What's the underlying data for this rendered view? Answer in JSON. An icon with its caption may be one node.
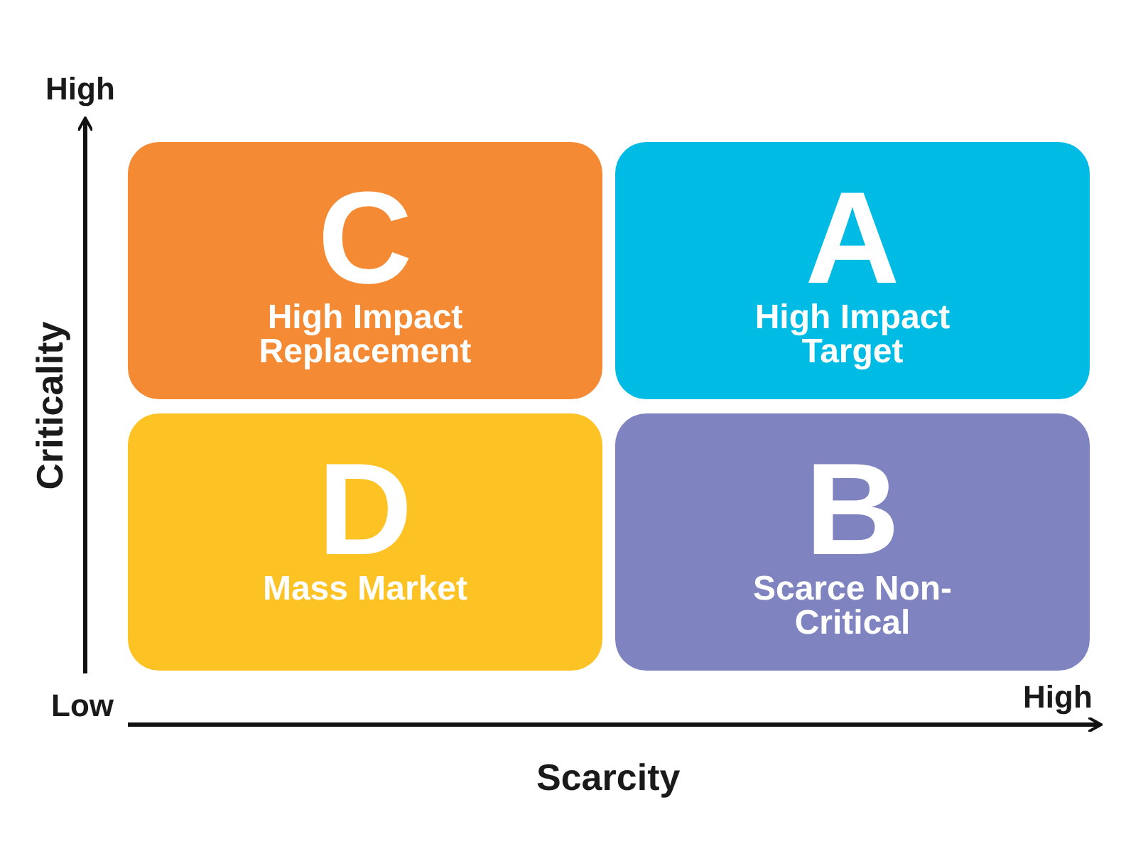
{
  "diagram": {
    "nodes": [
      {
        "text": [
          "C",
          "High Impact Replacement"
        ]
      },
      {
        "text": [
          "A",
          "High Impact Target"
        ]
      },
      {
        "text": [
          "D",
          "Mass Market"
        ]
      },
      {
        "text": [
          "B",
          "Scarce Non-Critical"
        ]
      }
    ],
    "labels": [
      "High",
      "Criticality",
      "Low",
      "High",
      "Scarcity"
    ]
  }
}
